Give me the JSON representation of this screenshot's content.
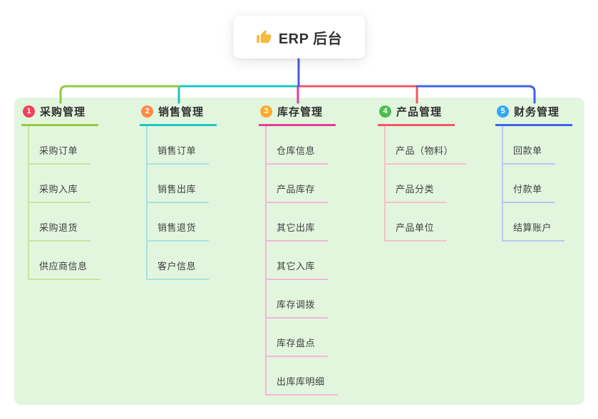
{
  "root": {
    "label": "ERP 后台",
    "icon": "thumbs-up-icon",
    "icon_color": "#f7b93e"
  },
  "panel": {
    "background": "#e2f6de"
  },
  "colors": {
    "stem": "#4a5ae0"
  },
  "branches": [
    {
      "num": "1",
      "label": "采购管理",
      "badge_color": "#f0415c",
      "line_color": "#94c93d",
      "light_color": "#c9e49c",
      "children": [
        "采购订单",
        "采购入库",
        "采购退货",
        "供应商信息"
      ]
    },
    {
      "num": "2",
      "label": "销售管理",
      "badge_color": "#ff8a43",
      "line_color": "#1fc4c4",
      "light_color": "#a5e4e0",
      "children": [
        "销售订单",
        "销售出库",
        "销售退货",
        "客户信息"
      ]
    },
    {
      "num": "3",
      "label": "库存管理",
      "badge_color": "#ffaa2e",
      "line_color": "#e53c98",
      "light_color": "#f3b6da",
      "children": [
        "仓库信息",
        "产品库存",
        "其它出库",
        "其它入库",
        "库存调拨",
        "库存盘点",
        "出库库明细"
      ]
    },
    {
      "num": "4",
      "label": "产品管理",
      "badge_color": "#4cbd4f",
      "line_color": "#f25763",
      "light_color": "#f8bfc5",
      "children": [
        "产品（物料）",
        "产品分类",
        "产品单位"
      ]
    },
    {
      "num": "5",
      "label": "财务管理",
      "badge_color": "#34a7f2",
      "line_color": "#3e63e8",
      "light_color": "#b7c8f3",
      "children": [
        "回款单",
        "付款单",
        "结算账户"
      ]
    }
  ]
}
